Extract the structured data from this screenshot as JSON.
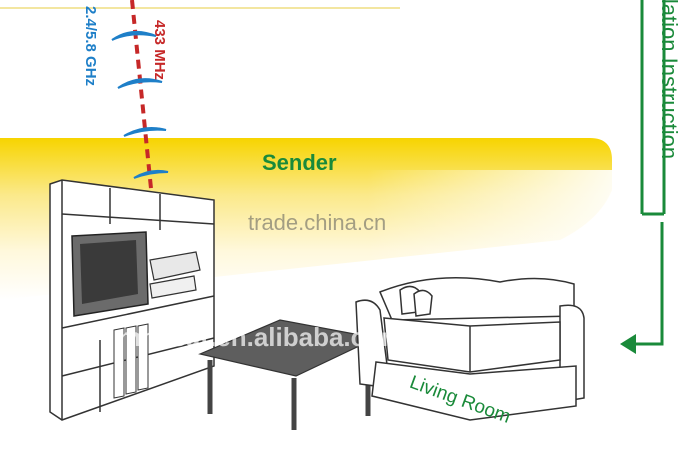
{
  "labels": {
    "sender": "Sender",
    "rf_frequency": "433 MHz",
    "wifi_frequency": "2.4/5.8 GHz",
    "installation_heading": "llation Instruction",
    "room": "Living Room"
  },
  "watermarks": {
    "primary": "trade.china.cn",
    "secondary": "mmisat.en.alibaba.com"
  },
  "colors": {
    "accent_green": "#1a8a3a",
    "rf_red": "#c62828",
    "wifi_blue": "#1e7fc8",
    "band_yellow": "#f5c400"
  },
  "icons": [
    "wifi-wave-icon",
    "downlink-arrow-icon",
    "return-arrow-icon"
  ]
}
